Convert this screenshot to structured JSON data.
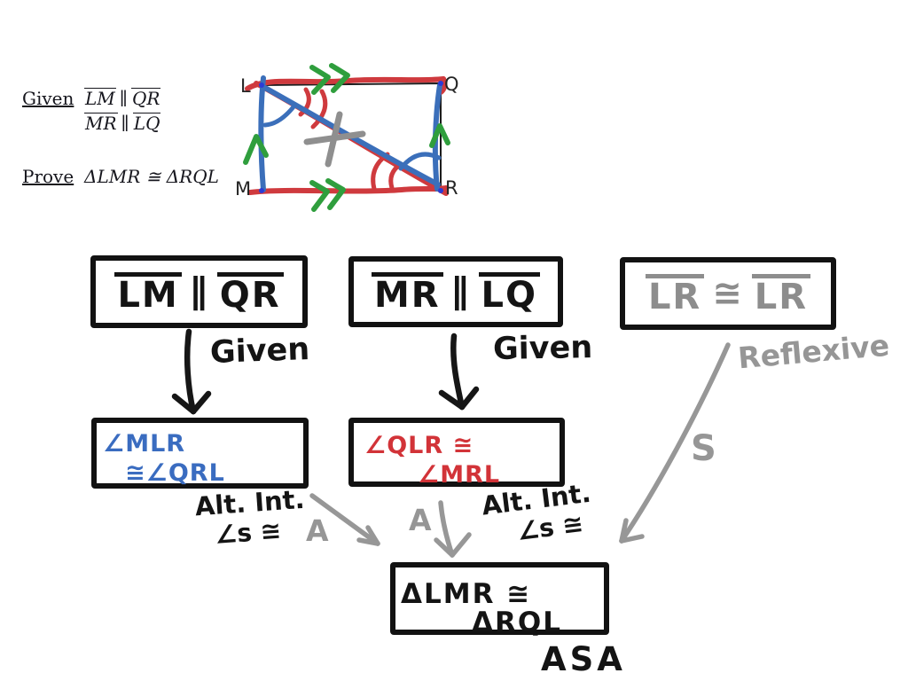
{
  "colors": {
    "marker_red": "#cf3a3e",
    "marker_blue": "#3b6fba",
    "marker_green": "#2f9e3d",
    "marker_gray": "#8f8f8f",
    "ink": "#141414"
  },
  "given_block": {
    "given_label": "Given",
    "prove_label": "Prove",
    "parallel_symbol": "∥",
    "statement1": {
      "left": "LM",
      "right": "QR"
    },
    "statement2": {
      "left": "MR",
      "right": "LQ"
    },
    "prove_statement": "ΔLMR ≅ ΔRQL"
  },
  "figure": {
    "vertex_top_left": "L",
    "vertex_top_right": "Q",
    "vertex_bottom_left": "M",
    "vertex_bottom_right": "R"
  },
  "flowchart": {
    "box_lm_qr": {
      "seg1": "LM",
      "op": "∥",
      "seg2": "QR",
      "reason": "Given"
    },
    "box_mr_lq": {
      "seg1": "MR",
      "op": "∥",
      "seg2": "LQ",
      "reason": "Given"
    },
    "box_lr_lr": {
      "seg1": "LR",
      "op": "≅",
      "seg2": "LR",
      "reason": "Reflexive",
      "side_label": "S"
    },
    "box_blue_angles": {
      "line1": "∠MLR",
      "line2": "≅∠QRL",
      "reason_line1": "Alt. Int.",
      "reason_line2": "∠s ≅",
      "angle_label": "A"
    },
    "box_red_angles": {
      "line1": "∠QLR ≅",
      "line2": "∠MRL",
      "reason_line1": "Alt. Int.",
      "reason_line2": "∠s ≅",
      "angle_label": "A"
    },
    "box_conclusion": {
      "line1": "ΔLMR ≅",
      "line2": "ΔRQL",
      "reason": "ASA"
    }
  }
}
